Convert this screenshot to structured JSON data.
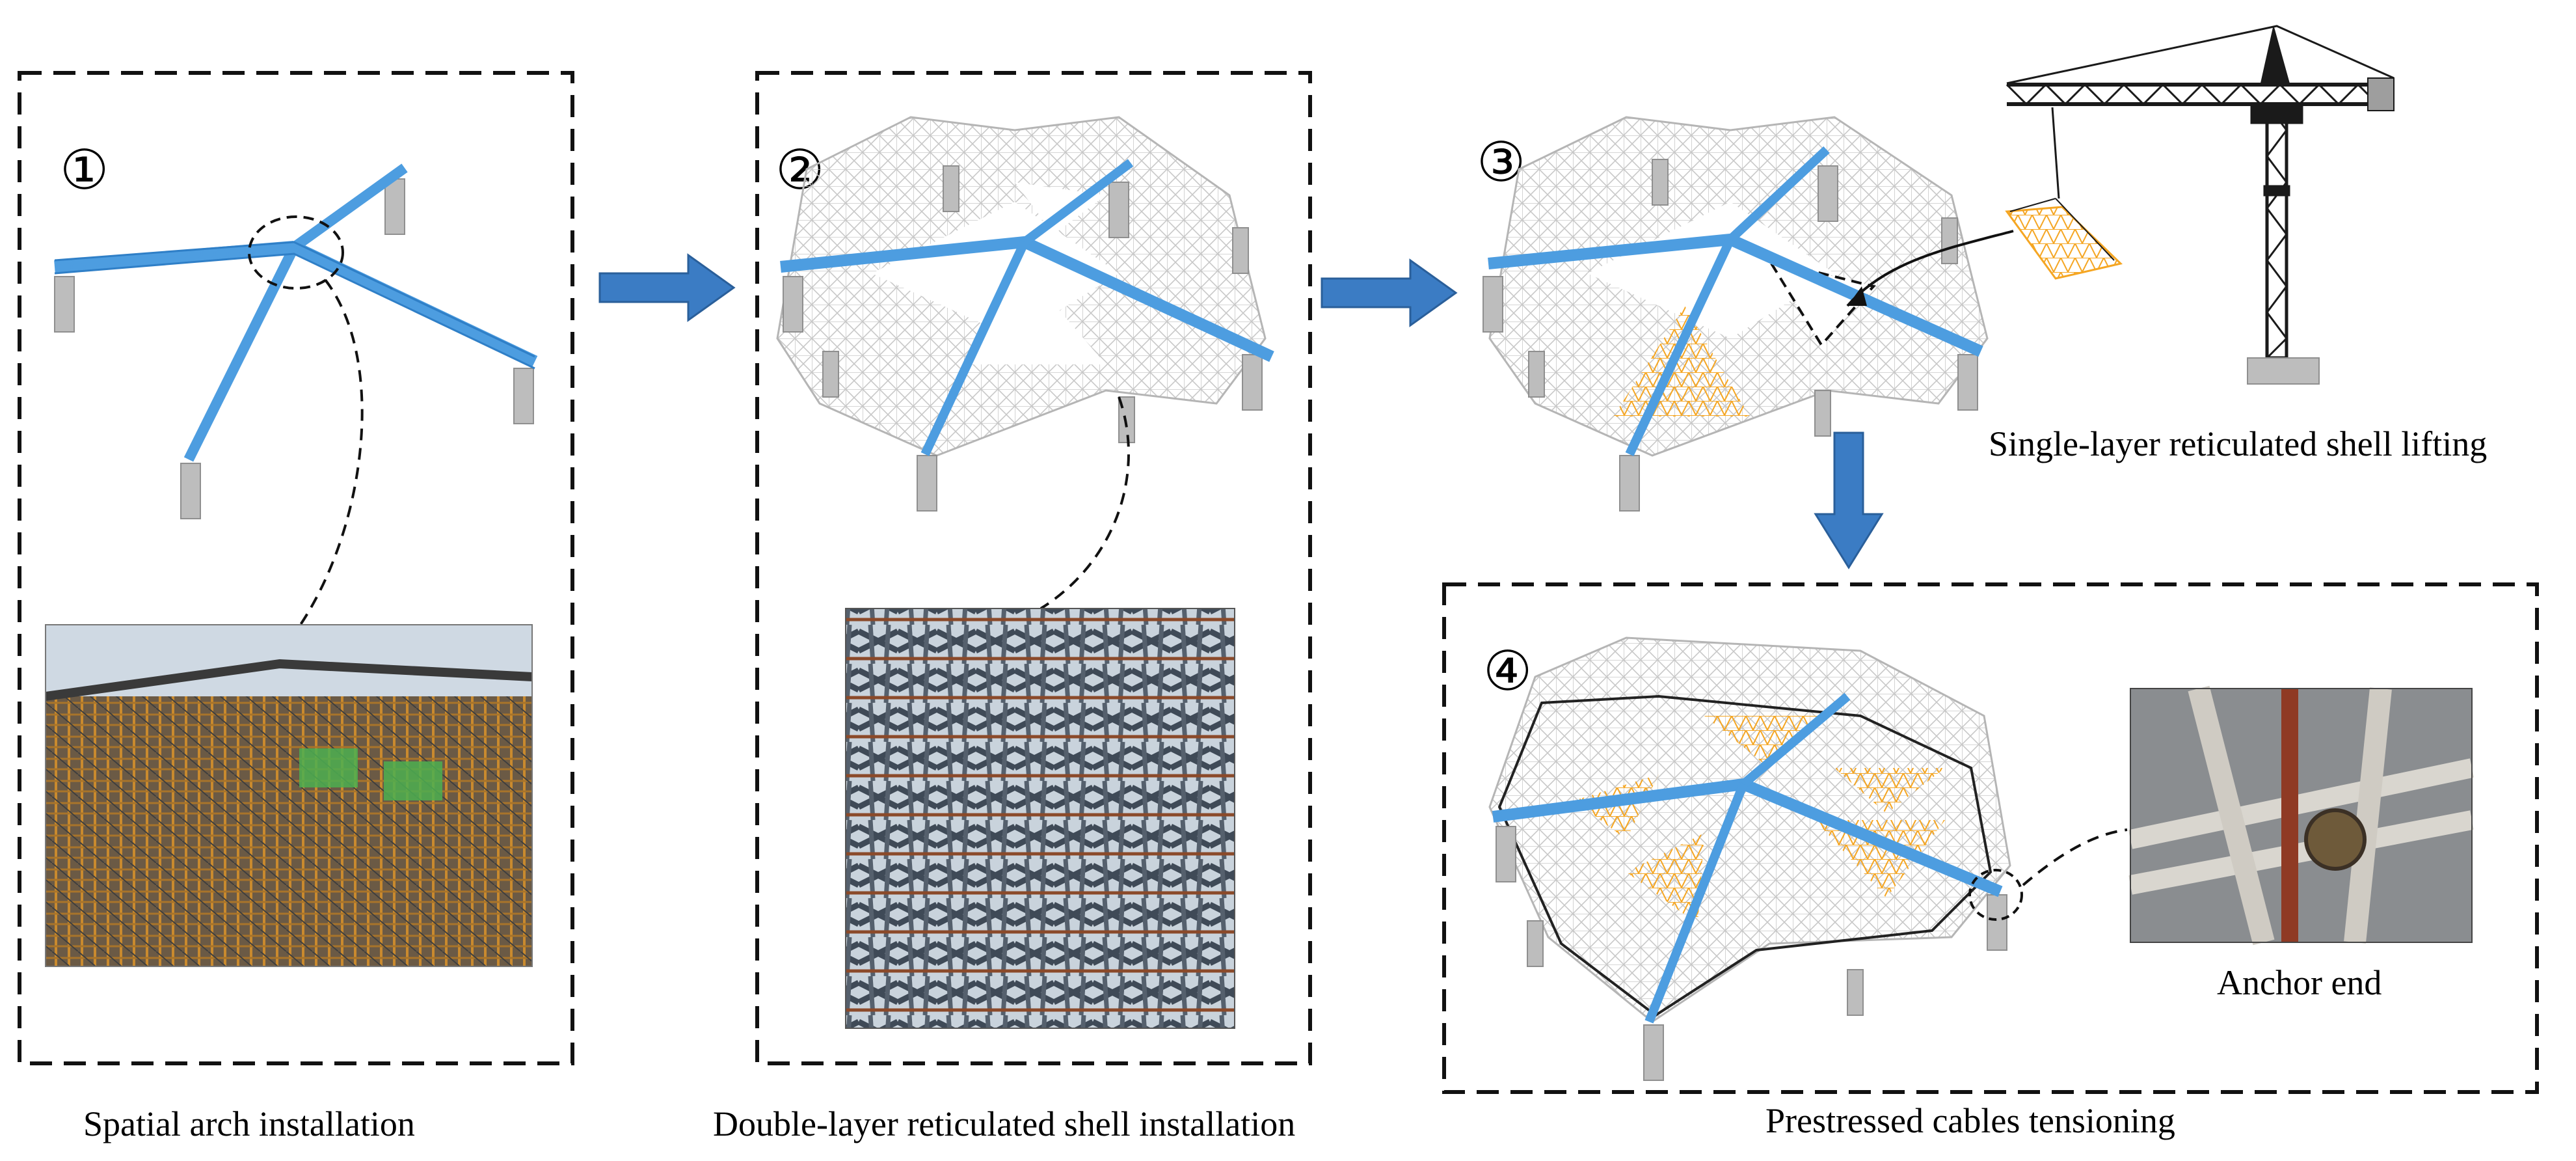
{
  "steps": [
    {
      "number": "①",
      "caption": "Spatial arch installation"
    },
    {
      "number": "②",
      "caption": "Double-layer reticulated shell installation"
    },
    {
      "number": "③",
      "caption": "Single-layer reticulated shell lifting"
    },
    {
      "number": "④",
      "caption": "Prestressed cables tensioning"
    }
  ],
  "detail_label": "Anchor end",
  "colors": {
    "arch": "#4d9de0",
    "shell_mesh": "#c8c8c8",
    "single_layer": "#f5a623",
    "arrow": "#3b7cc4",
    "frame": "#111111",
    "column": "#bdbdbd",
    "crane": "#1a1a1a"
  },
  "icons": [
    "right-arrow-icon",
    "down-arrow-icon",
    "tower-crane-icon"
  ]
}
